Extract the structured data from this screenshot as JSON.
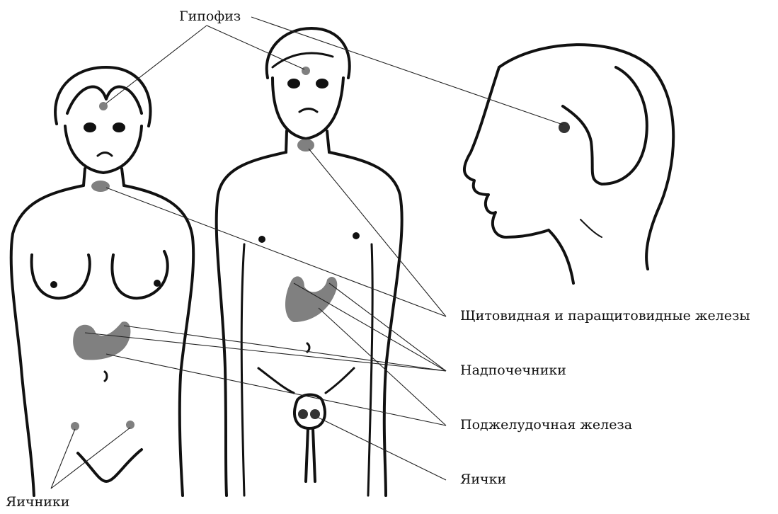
{
  "labels": {
    "pituitary": "Гипофиз",
    "thyroid": "Щитовидная и паращитовидные железы",
    "adrenal": "Надпочечники",
    "pancreas": "Поджелудочная железа",
    "testes": "Яички",
    "ovaries": "Яичники"
  },
  "colors": {
    "ink": "#111111",
    "gland": "#555555",
    "background": "#ffffff"
  }
}
